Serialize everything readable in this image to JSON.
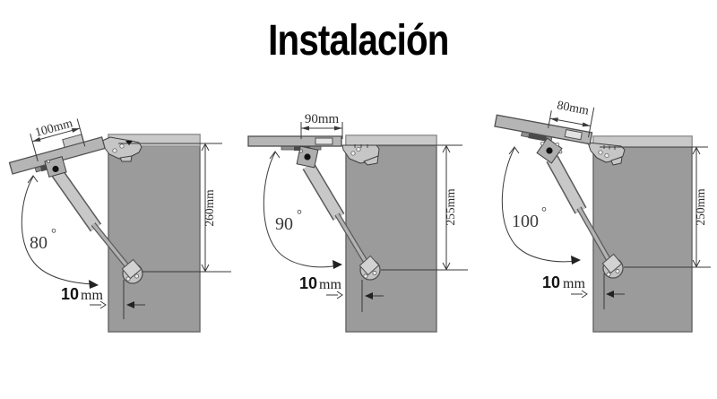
{
  "title": "Instalación",
  "panels": [
    {
      "lid_width": "100mm",
      "depth": "260mm",
      "angle_value": "80",
      "angle_unit": "°",
      "offset_value": "10",
      "offset_unit": "mm"
    },
    {
      "lid_width": "90mm",
      "depth": "255mm",
      "angle_value": "90",
      "angle_unit": "°",
      "offset_value": "10",
      "offset_unit": "mm"
    },
    {
      "lid_width": "80mm",
      "depth": "250mm",
      "angle_value": "100",
      "angle_unit": "°",
      "offset_value": "10",
      "offset_unit": "mm"
    }
  ],
  "colors": {
    "background": "#ffffff",
    "title_text": "#000000",
    "cabinet_body": "#9b9b9b",
    "cabinet_top_strip": "#c9c9c9",
    "lid": "#b5b5b5",
    "strut": "#c8c8c8",
    "outline": "#4f4f4f",
    "dimension_lines": "#3a3a3a"
  }
}
